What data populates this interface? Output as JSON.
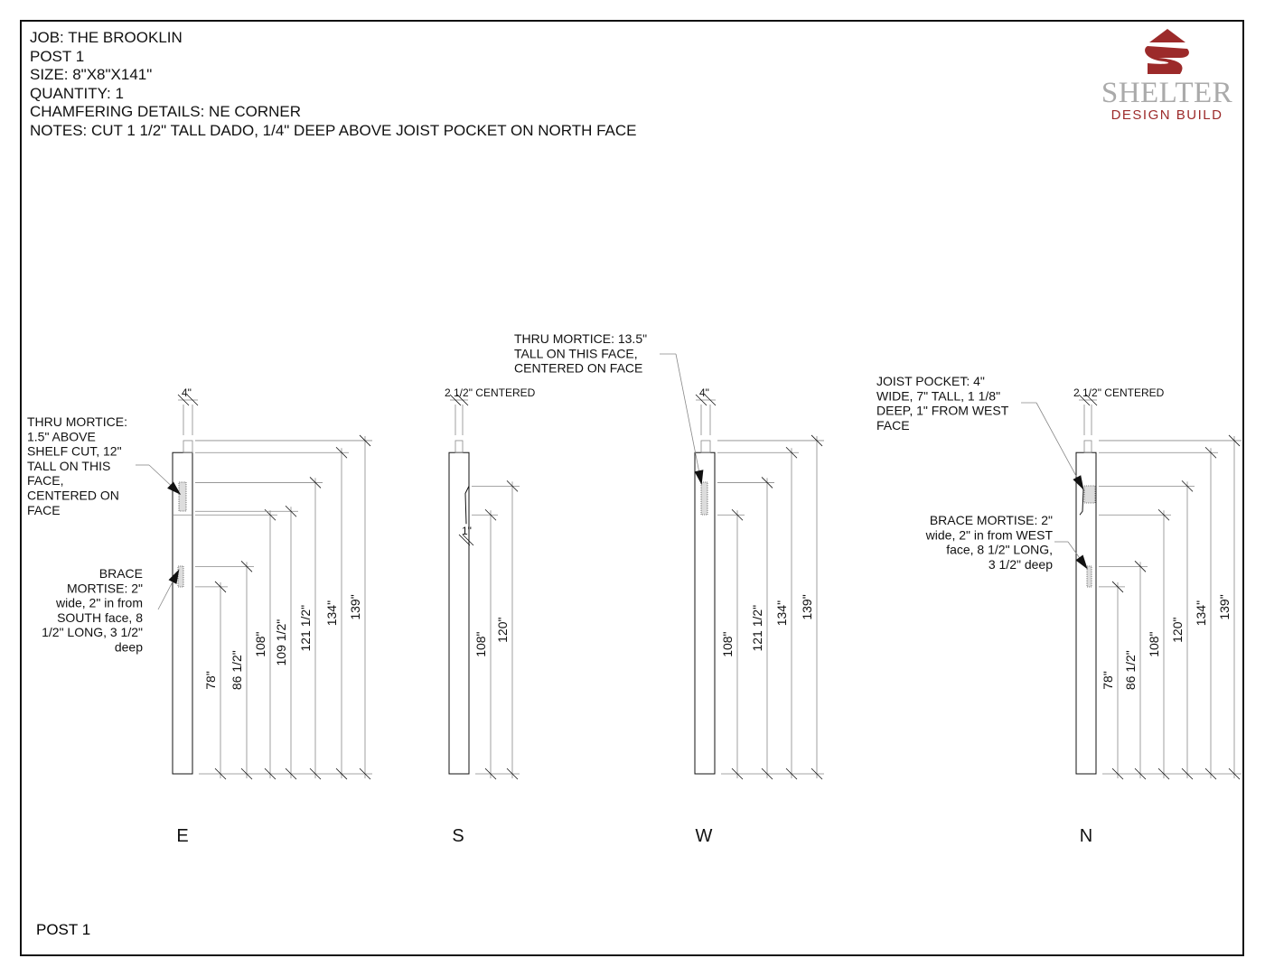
{
  "header": {
    "job": "JOB: THE BROOKLIN",
    "post": "POST 1",
    "size": "SIZE: 8\"X8\"X141\"",
    "quantity": "QUANTITY: 1",
    "chamfering": "CHAMFERING DETAILS: NE CORNER",
    "notes": "NOTES: CUT 1 1/2\" TALL DADO, 1/4\" DEEP ABOVE JOIST POCKET ON NORTH FACE"
  },
  "logo": {
    "word1": "SHELTER",
    "word2": "DESIGN BUILD",
    "brand_color": "#9c2a2a",
    "gray": "#aaaaaa"
  },
  "footer": "POST 1",
  "views": [
    {
      "id": "E",
      "label": "E",
      "top_dim": "4\"",
      "dims": [
        "78\"",
        "86 1/2\"",
        "108\"",
        "109 1/2\"",
        "121 1/2\"",
        "134\"",
        "139\""
      ],
      "values": [
        78,
        86.5,
        108,
        109.5,
        121.5,
        134,
        139
      ],
      "callouts": [
        "THRU MORTICE:",
        "1.5\" ABOVE",
        "SHELF CUT, 12\"",
        "TALL ON THIS",
        "FACE,",
        "CENTERED ON",
        "FACE"
      ],
      "callouts2": [
        "BRACE",
        "MORTISE: 2\"",
        "wide, 2\" in from",
        "SOUTH face, 8",
        "1/2\" LONG, 3 1/2\"",
        "deep"
      ]
    },
    {
      "id": "S",
      "label": "S",
      "top_dim": "2 1/2\" CENTERED",
      "dado_dim": "1\"",
      "dims": [
        "108\"",
        "120\""
      ],
      "values": [
        108,
        120
      ]
    },
    {
      "id": "W",
      "label": "W",
      "top_dim": "4\"",
      "dims": [
        "108\"",
        "121 1/2\"",
        "134\"",
        "139\""
      ],
      "values": [
        108,
        121.5,
        134,
        139
      ],
      "callouts": [
        "THRU MORTICE: 13.5\"",
        "TALL ON THIS FACE,",
        "CENTERED ON FACE"
      ]
    },
    {
      "id": "N",
      "label": "N",
      "top_dim": "2 1/2\" CENTERED",
      "dims": [
        "78\"",
        "86 1/2\"",
        "108\"",
        "120\"",
        "134\"",
        "139\""
      ],
      "values": [
        78,
        86.5,
        108,
        120,
        134,
        139
      ],
      "callouts": [
        "JOIST POCKET: 4\"",
        "WIDE, 7\" TALL, 1 1/8\"",
        "DEEP, 1\" FROM WEST",
        "FACE"
      ],
      "callouts2": [
        "BRACE MORTISE: 2\"",
        "wide, 2\" in from WEST",
        "face, 8 1/2\" LONG,",
        "3 1/2\" deep"
      ]
    }
  ]
}
